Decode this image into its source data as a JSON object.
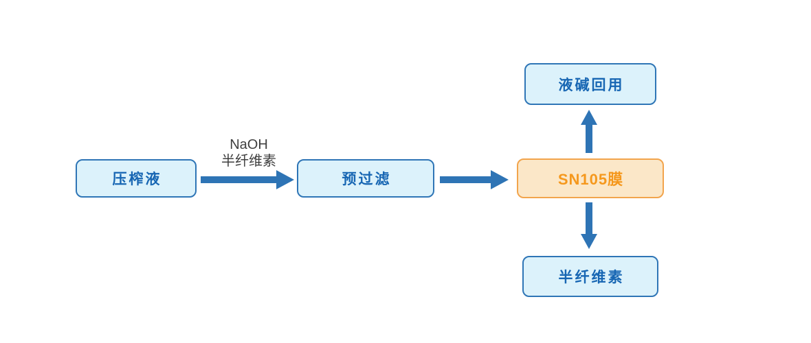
{
  "diagram": {
    "type": "flowchart",
    "background": "#ffffff",
    "nodes": [
      {
        "id": "press-liquid",
        "label": "压榨液",
        "style": "blue"
      },
      {
        "id": "pre-filter",
        "label": "预过滤",
        "style": "blue"
      },
      {
        "id": "sn105-membrane",
        "label": "SN105膜",
        "style": "orange"
      },
      {
        "id": "alkali-reuse",
        "label": "液碱回用",
        "style": "blue"
      },
      {
        "id": "hemicellulose",
        "label": "半纤维素",
        "style": "blue"
      }
    ],
    "flow_label": {
      "line1": "NaOH",
      "line2": "半纤维素"
    },
    "edges": [
      {
        "from": "press-liquid",
        "to": "pre-filter",
        "label": "NaOH 半纤维素",
        "direction": "right"
      },
      {
        "from": "pre-filter",
        "to": "sn105-membrane",
        "label": "",
        "direction": "right"
      },
      {
        "from": "sn105-membrane",
        "to": "alkali-reuse",
        "label": "",
        "direction": "up"
      },
      {
        "from": "sn105-membrane",
        "to": "hemicellulose",
        "label": "",
        "direction": "down"
      }
    ],
    "colors": {
      "node_border_blue": "#2e75b6",
      "node_fill_blue": "#dcf2fb",
      "node_text_blue": "#1766b3",
      "node_border_orange": "#f2a44c",
      "node_fill_orange": "#fbe7c8",
      "node_text_orange": "#f5981d",
      "arrow": "#2e74b5",
      "flow_label_text": "#3e3e3e"
    }
  }
}
